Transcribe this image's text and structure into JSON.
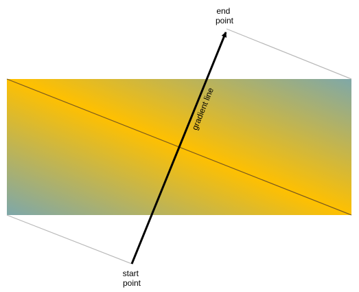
{
  "labels": {
    "end_line1": "end",
    "end_line2": "point",
    "start_line1": "start",
    "start_line2": "point",
    "gradient_line": "gradient line"
  },
  "colors": {
    "gradient_edge": "#7fa8a8",
    "gradient_mid": "#ffc000",
    "arrow": "#000000",
    "diagonal": "#7a5a20",
    "projection_lines": "#b8b8b8"
  }
}
